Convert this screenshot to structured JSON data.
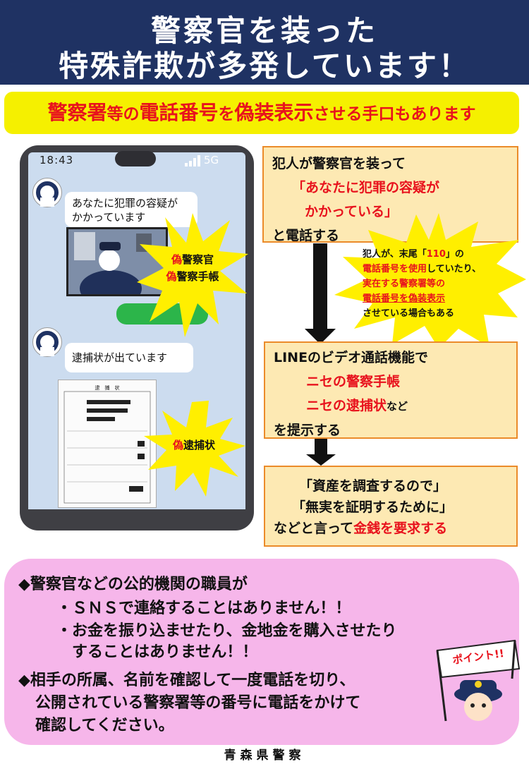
{
  "header": {
    "line1": "警察官を装った",
    "line2": "特殊詐欺が多発しています！"
  },
  "subbanner": {
    "p1": "警察署",
    "p2": "等の",
    "p3": "電話番号",
    "p4": "を",
    "p5": "偽装表示",
    "p6": "させる手口もあります"
  },
  "phone": {
    "time": "18:43",
    "network": "5G",
    "bubble1": "あなたに犯罪の容疑が\nかかっています",
    "bubble2": "逮捕状が出ています",
    "burst1": {
      "fake1": "偽",
      "label1": "警察官",
      "fake2": "偽",
      "label2": "警察手帳"
    },
    "burst2": {
      "fake": "偽",
      "label": "逮捕状"
    },
    "warrant_title": "逮　捕　状"
  },
  "flow": {
    "box1": {
      "l1": "犯人が警察官を装って",
      "l2": "「あなたに犯罪の容疑が",
      "l3": "かかっている」",
      "l4": "と電話する"
    },
    "note": {
      "a": "犯人が、末尾「",
      "b": "110",
      "c": "」の",
      "d": "電話番号を使用",
      "e": "していたり、",
      "f": "実在する警察署等の",
      "g": "電話番号を偽装表示",
      "h": "させている場合もある"
    },
    "box2": {
      "l1": "LINEのビデオ通話機能で",
      "l2": "ニセの警察手帳",
      "l3a": "ニセの逮捕状",
      "l3b": "など",
      "l4": "を提示する"
    },
    "box3": {
      "l1": "「資産を調査するので」",
      "l2": "「無実を証明するために」",
      "l3a": "などと言って",
      "l3b": "金銭を要求する"
    }
  },
  "bottom": {
    "l1": "◆警察官などの公的機関の職員が",
    "l2": "・ＳＮＳで連絡することはありません！！",
    "l3": "・お金を振り込ませたり、金地金を購入させたり",
    "l4": "することはありません！！",
    "l5": "◆相手の所属、名前を確認して一度電話を切り、",
    "l6": "公開されている警察署等の番号に電話をかけて",
    "l7": "確認してください。",
    "point": "ポイント!!"
  },
  "footer": "青森県警察"
}
